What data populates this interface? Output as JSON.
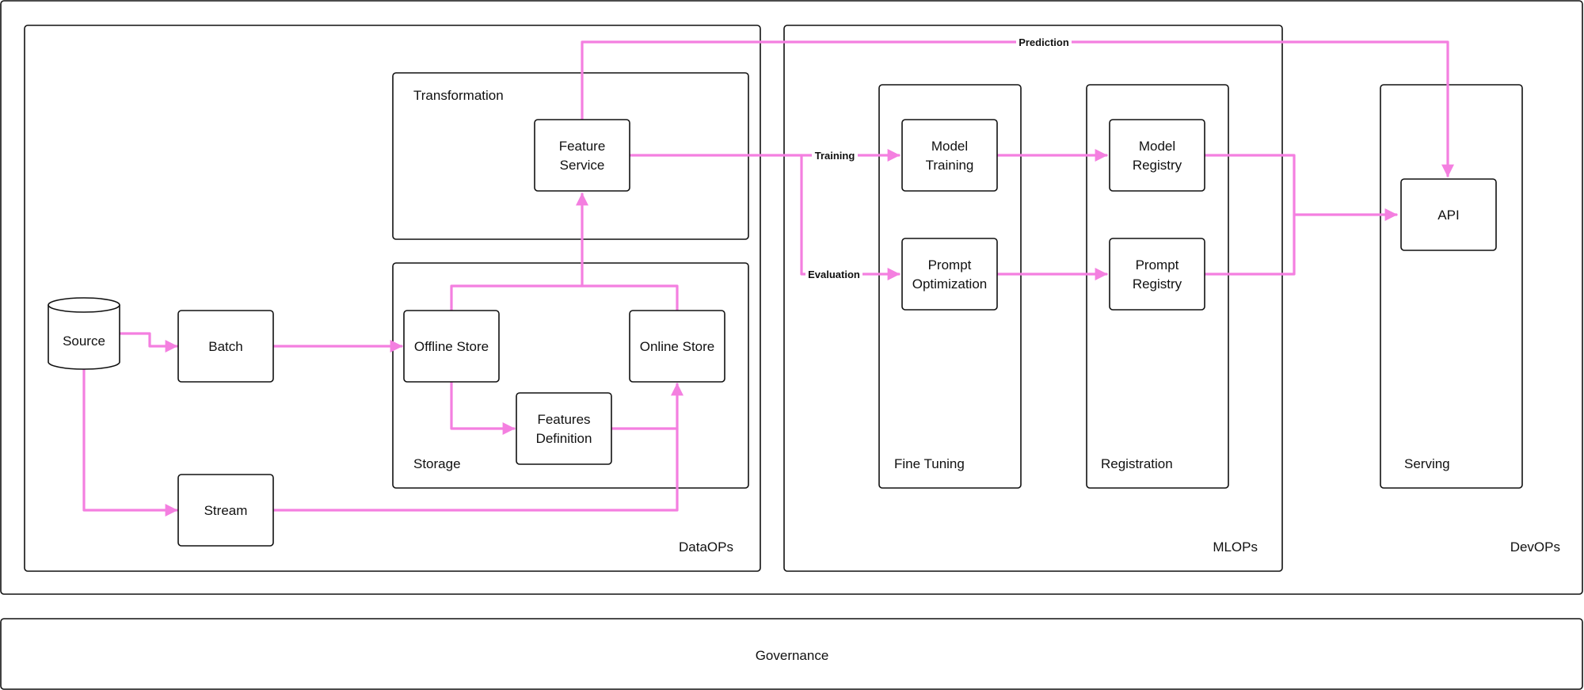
{
  "groups": {
    "dataops": "DataOPs",
    "mlops": "MLOPs",
    "devops": "DevOPs",
    "transformation": "Transformation",
    "storage": "Storage",
    "fine_tuning": "Fine Tuning",
    "registration": "Registration",
    "serving": "Serving",
    "governance": "Governance"
  },
  "nodes": {
    "source": "Source",
    "batch": "Batch",
    "stream": "Stream",
    "offline_store": "Offline Store",
    "online_store": "Online Store",
    "features_definition": [
      "Features",
      "Definition"
    ],
    "feature_service": [
      "Feature",
      "Service"
    ],
    "model_training": [
      "Model",
      "Training"
    ],
    "prompt_optimization": [
      "Prompt",
      "Optimization"
    ],
    "model_registry": [
      "Model",
      "Registry"
    ],
    "prompt_registry": [
      "Prompt",
      "Registry"
    ],
    "api": "API"
  },
  "edge_labels": {
    "prediction": "Prediction",
    "training": "Training",
    "evaluation": "Evaluation"
  },
  "colors": {
    "edge": "#f47fe0",
    "border": "#111111",
    "background": "#ffffff"
  }
}
